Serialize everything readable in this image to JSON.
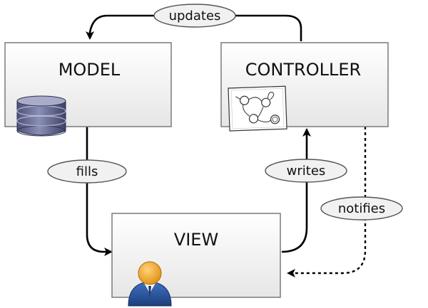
{
  "boxes": {
    "model": {
      "title": "MODEL"
    },
    "controller": {
      "title": "CONTROLLER"
    },
    "view": {
      "title": "VIEW"
    }
  },
  "edges": {
    "updates": "updates",
    "fills": "fills",
    "writes": "writes",
    "notifies": "notifies"
  },
  "colors": {
    "box_fill_top": "#ffffff",
    "box_fill_bottom": "#e8e8e8",
    "box_stroke": "#777777",
    "label_fill": "#f1f1f1",
    "arrow": "#000000",
    "database": "#5e6388",
    "user_head": "#f2a623",
    "user_body": "#2f5aa0"
  },
  "icons": {
    "model": "database-icon",
    "controller": "state-diagram-icon",
    "view": "user-icon"
  }
}
